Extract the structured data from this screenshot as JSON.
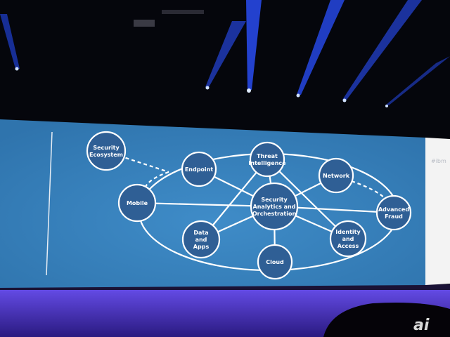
{
  "slide": {
    "hashtag": "#ibm",
    "nodes": {
      "ecosystem": [
        "Security",
        "Ecosystem"
      ],
      "endpoint": [
        "Endpoint"
      ],
      "threat": [
        "Threat",
        "Intelligence"
      ],
      "network": [
        "Network"
      ],
      "mobile": [
        "Mobile"
      ],
      "center": [
        "Security",
        "Analytics and",
        "Orchestration"
      ],
      "fraud": [
        "Advanced",
        "Fraud"
      ],
      "data": [
        "Data",
        "and",
        "Apps"
      ],
      "identity": [
        "Identity",
        "and",
        "Access"
      ],
      "cloud": [
        "Cloud"
      ]
    }
  },
  "watermark": "ai",
  "colors": {
    "slide": "#3a82bb",
    "node": "#2f5f95",
    "stage": "#5a3ee0"
  }
}
